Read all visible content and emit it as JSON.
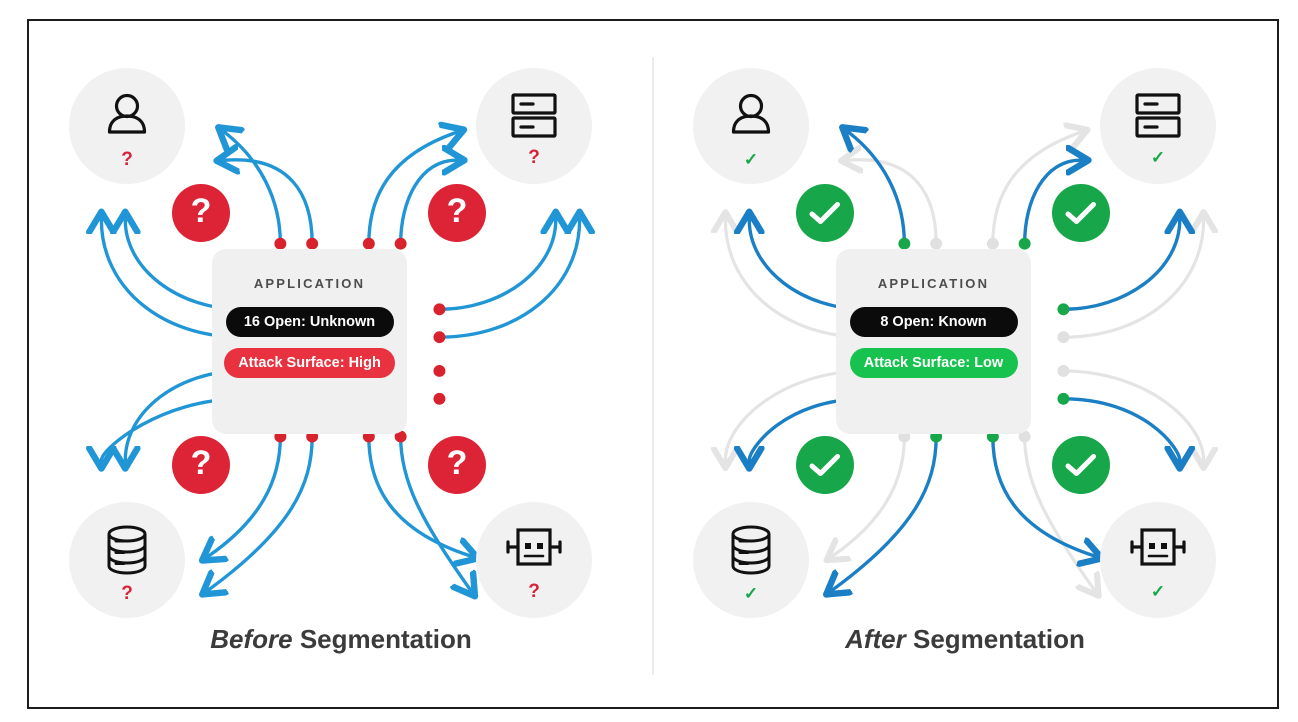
{
  "diagram": {
    "title": "Before and After Segmentation comparison",
    "colors": {
      "arrow_active": "#2196d6",
      "arrow_active_dark": "#1a7fc4",
      "arrow_blocked": "#e4e4e4",
      "dot_red": "#d8232f",
      "dot_green": "#17a74a",
      "dot_grey": "#e0e0e0",
      "badge_red": "#dd2436",
      "badge_green": "#17a74a",
      "pill_dark": "#0b0b0b",
      "pill_red": "#e8323f",
      "pill_green": "#17c24f",
      "node_bubble": "#f1f1f1",
      "card_bg": "#f0f0f0",
      "frame_border": "#1c1c1c",
      "divider": "#ececec",
      "caption_text": "#3b3b3b"
    }
  },
  "panels": [
    {
      "id": "before",
      "caption_emphasis": "Before",
      "caption_rest": " Segmentation",
      "app": {
        "title": "APPLICATION",
        "ports_pill": "16 Open: Unknown",
        "surface_pill": "Attack Surface: High"
      },
      "nodes": [
        {
          "position": "top-left",
          "icon": "user-icon",
          "status_mark": "?"
        },
        {
          "position": "top-right",
          "icon": "server-icon",
          "status_mark": "?"
        },
        {
          "position": "bottom-left",
          "icon": "database-icon",
          "status_mark": "?"
        },
        {
          "position": "bottom-right",
          "icon": "robot-icon",
          "status_mark": "?"
        }
      ],
      "badges": [
        {
          "position": "top-left",
          "type": "question",
          "label": "?"
        },
        {
          "position": "top-right",
          "type": "question",
          "label": "?"
        },
        {
          "position": "bottom-left",
          "type": "question",
          "label": "?"
        },
        {
          "position": "bottom-right",
          "type": "question",
          "label": "?"
        }
      ],
      "connections": {
        "total": 16,
        "active": 16,
        "blocked": 0,
        "dot_color": "red"
      }
    },
    {
      "id": "after",
      "caption_emphasis": "After",
      "caption_rest": " Segmentation",
      "app": {
        "title": "APPLICATION",
        "ports_pill": "8 Open: Known",
        "surface_pill": "Attack Surface: Low"
      },
      "nodes": [
        {
          "position": "top-left",
          "icon": "user-icon",
          "status_mark": "✓"
        },
        {
          "position": "top-right",
          "icon": "server-icon",
          "status_mark": "✓"
        },
        {
          "position": "bottom-left",
          "icon": "database-icon",
          "status_mark": "✓"
        },
        {
          "position": "bottom-right",
          "icon": "robot-icon",
          "status_mark": "✓"
        }
      ],
      "badges": [
        {
          "position": "top-left",
          "type": "check",
          "label": "✓"
        },
        {
          "position": "top-right",
          "type": "check",
          "label": "✓"
        },
        {
          "position": "bottom-left",
          "type": "check",
          "label": "✓"
        },
        {
          "position": "bottom-right",
          "type": "check",
          "label": "✓"
        }
      ],
      "connections": {
        "total": 16,
        "active": 8,
        "blocked": 8,
        "dot_color": "green"
      }
    }
  ]
}
